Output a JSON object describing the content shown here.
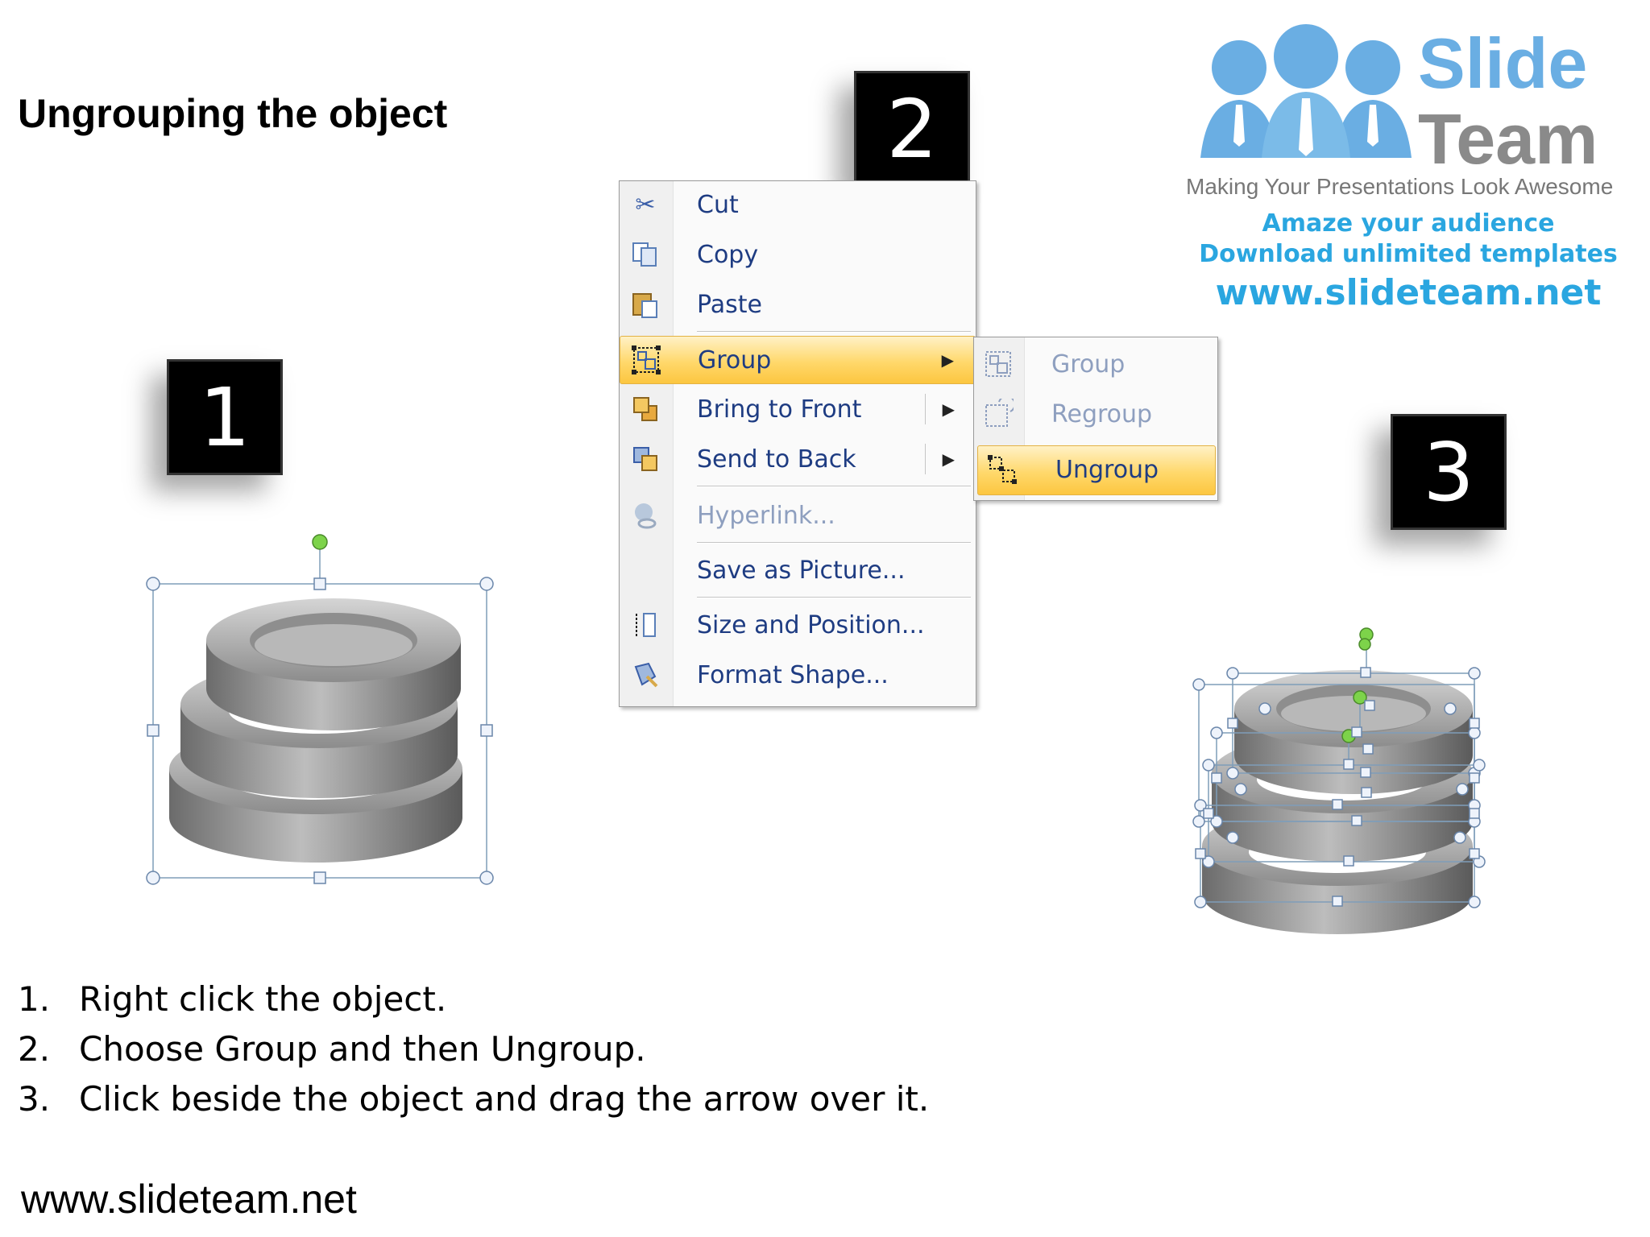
{
  "slide": {
    "title": "Ungrouping the object",
    "steps": [
      "1",
      "2",
      "3"
    ],
    "footer_url": "www.slideteam.net"
  },
  "context_menu": {
    "items": [
      {
        "label": "Cut",
        "icon": "scissors-icon",
        "enabled": true
      },
      {
        "label": "Copy",
        "icon": "copy-icon",
        "enabled": true
      },
      {
        "label": "Paste",
        "icon": "paste-icon",
        "enabled": true
      },
      {
        "label": "Group",
        "icon": "group-icon",
        "enabled": true,
        "selected": true,
        "submenu": true
      },
      {
        "label": "Bring to Front",
        "icon": "bring-to-front-icon",
        "enabled": true,
        "submenu": true
      },
      {
        "label": "Send to Back",
        "icon": "send-to-back-icon",
        "enabled": true,
        "submenu": true
      },
      {
        "label": "Hyperlink...",
        "icon": "hyperlink-icon",
        "enabled": false
      },
      {
        "label": "Save as Picture...",
        "icon": "",
        "enabled": true
      },
      {
        "label": "Size and Position...",
        "icon": "size-position-icon",
        "enabled": true
      },
      {
        "label": "Format Shape...",
        "icon": "format-shape-icon",
        "enabled": true
      }
    ]
  },
  "group_submenu": {
    "items": [
      {
        "label": "Group",
        "icon": "group-icon",
        "enabled": false
      },
      {
        "label": "Regroup",
        "icon": "regroup-icon",
        "enabled": false
      },
      {
        "label": "Ungroup",
        "icon": "ungroup-icon",
        "enabled": true,
        "selected": true
      }
    ]
  },
  "logo": {
    "brand_line1": "Slide",
    "brand_line2": "Team",
    "tagline": "Making Your Presentations Look Awesome",
    "promo_line1": "Amaze your audience",
    "promo_line2": "Download unlimited templates",
    "url": "www.slideteam.net",
    "colors": {
      "blue": "#6aaee3",
      "gray": "#8a8a8a",
      "accent": "#2aa6e0"
    }
  },
  "instructions": [
    {
      "num": "1.",
      "text": "Right click the object."
    },
    {
      "num": "2.",
      "text": "Choose Group and then Ungroup."
    },
    {
      "num": "3.",
      "text": "Click beside the object and drag the arrow over it."
    }
  ],
  "colors": {
    "menu_highlight": "#ffd86b",
    "menu_text": "#1e3c82",
    "step_box": "#000000"
  }
}
